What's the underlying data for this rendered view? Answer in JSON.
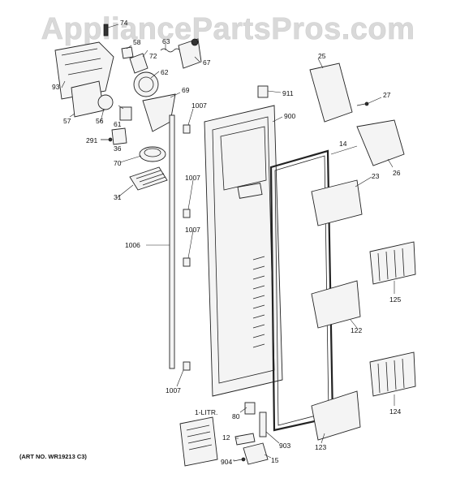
{
  "watermark": "AppliancePartsPros.com",
  "art_number": "(ART NO. WR19213 C3)",
  "manual_label": "1-LITR.",
  "callouts": [
    "74",
    "58",
    "63",
    "67",
    "72",
    "93",
    "62",
    "69",
    "911",
    "900",
    "25",
    "27",
    "57",
    "56",
    "61",
    "1007",
    "291",
    "36",
    "14",
    "26",
    "70",
    "23",
    "31",
    "1007",
    "1007",
    "1006",
    "125",
    "122",
    "1007",
    "80",
    "124",
    "12",
    "903",
    "123",
    "904",
    "15"
  ]
}
